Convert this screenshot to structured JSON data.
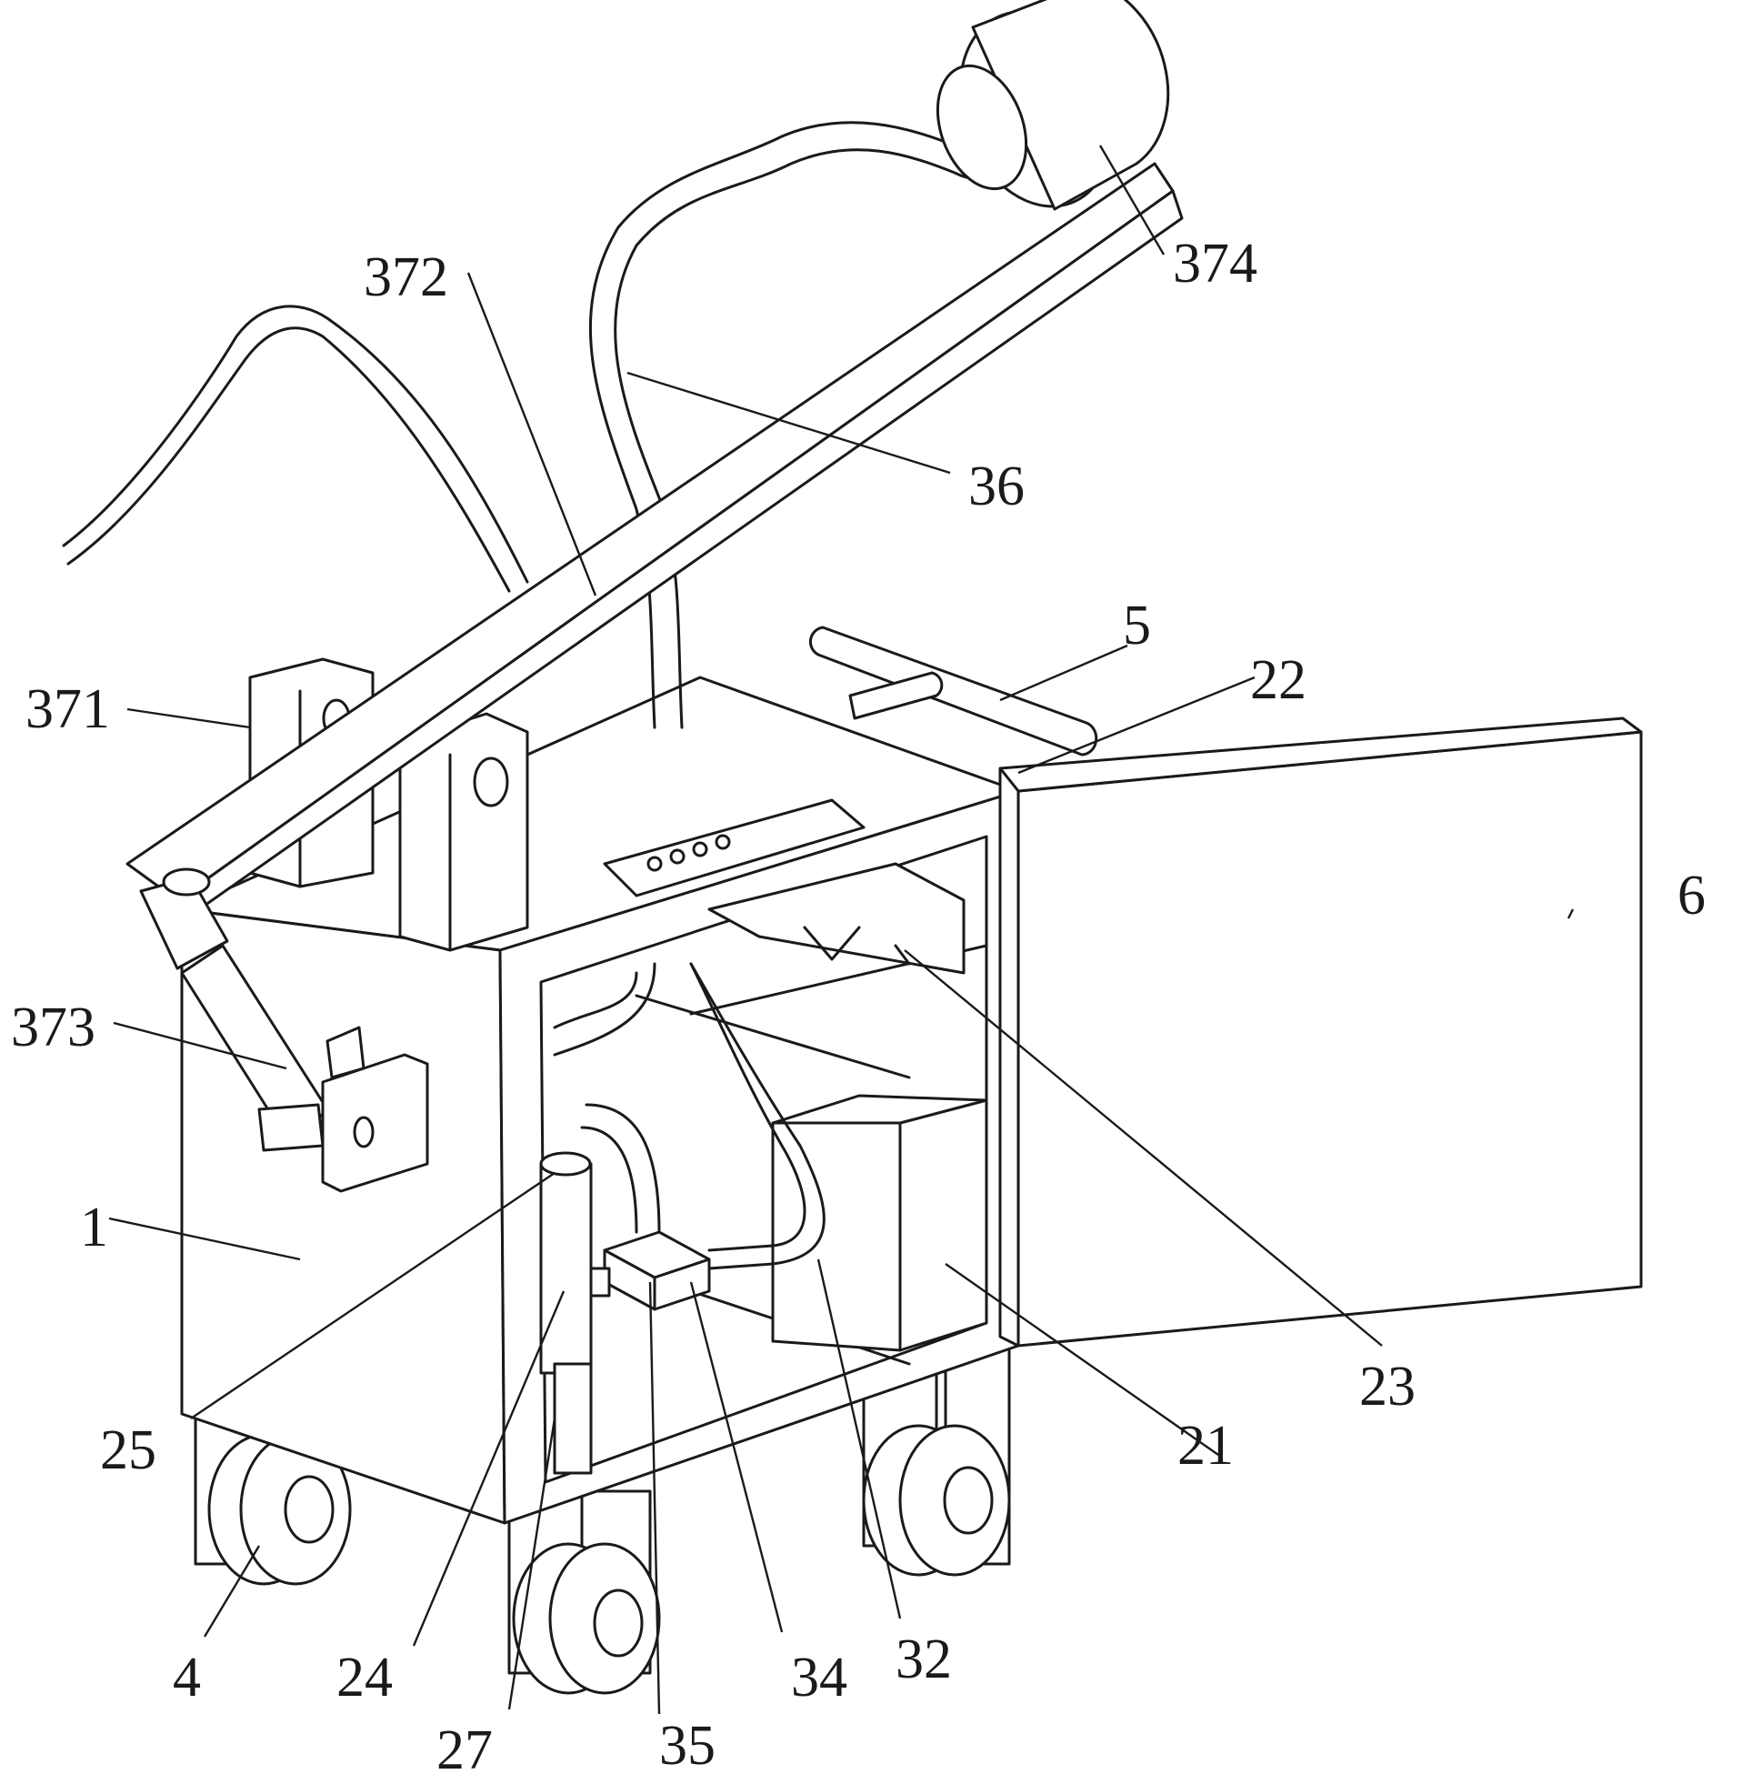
{
  "labels": {
    "l1": "1",
    "l4": "4",
    "l5": "5",
    "l6": "6",
    "l21": "21",
    "l22": "22",
    "l23": "23",
    "l24": "24",
    "l25": "25",
    "l27": "27",
    "l32": "32",
    "l34": "34",
    "l35": "35",
    "l36": "36",
    "l371": "371",
    "l372": "372",
    "l373": "373",
    "l374": "374"
  }
}
